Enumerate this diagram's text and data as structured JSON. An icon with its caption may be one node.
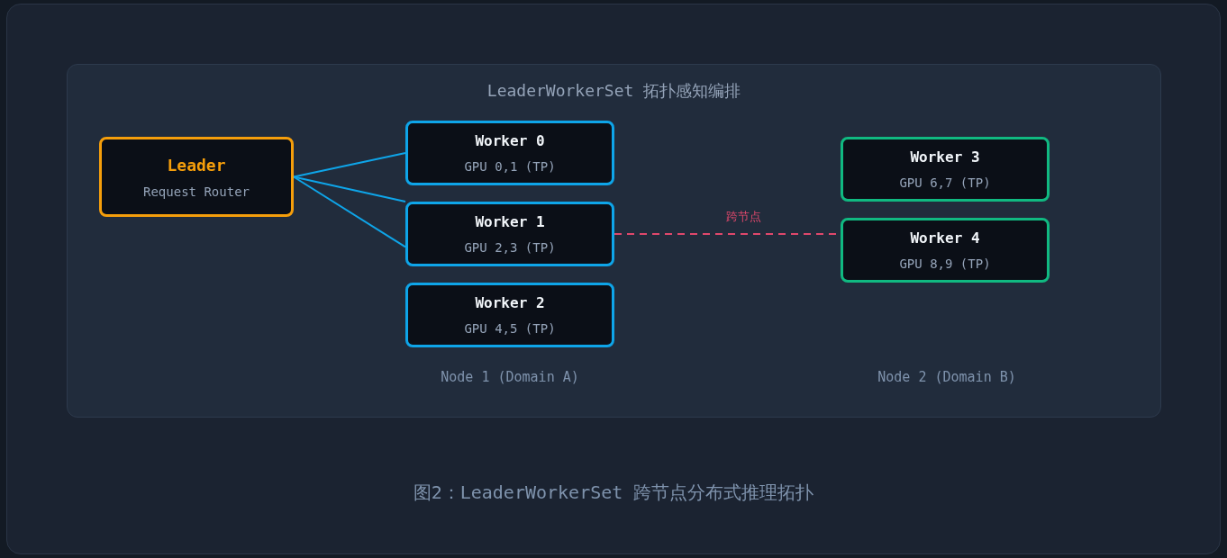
{
  "diagram": {
    "caption": "图2：LeaderWorkerSet 跨节点分布式推理拓扑",
    "nodes": [
      {
        "text": [
          "LeaderWorkerSet 拓扑感知编排"
        ]
      },
      {
        "text": [
          "Leader",
          "Request Router"
        ],
        "in": 0
      },
      {
        "text": [
          "Worker 0",
          "GPU 0,1 (TP)"
        ],
        "in": 0
      },
      {
        "text": [
          "Worker 1",
          "GPU 2,3 (TP)"
        ],
        "in": 0
      },
      {
        "text": [
          "Worker 2",
          "GPU 4,5 (TP)"
        ],
        "in": 0
      },
      {
        "text": [
          "Worker 3",
          "GPU 6,7 (TP)"
        ],
        "in": 0
      },
      {
        "text": [
          "Worker 4",
          "GPU 8,9 (TP)"
        ],
        "in": 0
      }
    ],
    "edges": [
      {
        "from": 1,
        "to": 2,
        "arrow": "none"
      },
      {
        "from": 1,
        "to": 3,
        "arrow": "none"
      },
      {
        "from": 1,
        "to": 3,
        "arrow": "none"
      },
      {
        "from": 3,
        "to": 6,
        "arrow": "none",
        "label": "跨节点",
        "style": "dashed",
        "color": "#e0486c"
      }
    ],
    "labels": [
      "Node 1 (Domain A)",
      "Node 2 (Domain B)"
    ]
  }
}
